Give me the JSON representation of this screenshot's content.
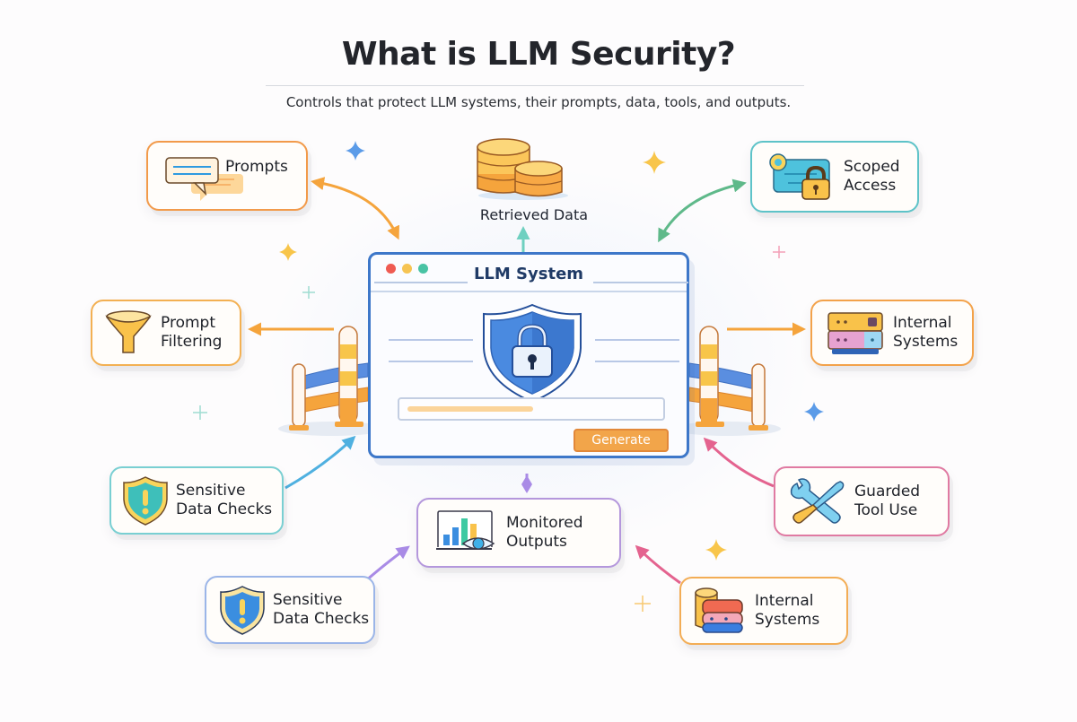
{
  "header": {
    "title": "What is LLM Security?",
    "subtitle": "Controls that protect LLM systems, their prompts, data, tools, and outputs."
  },
  "center": {
    "window_title": "LLM System",
    "button_label": "Generate",
    "icon": "shield-lock-icon",
    "window_controls": [
      "close-dot",
      "minimize-dot",
      "maximize-dot"
    ]
  },
  "retrieved_data": {
    "label": "Retrieved Data",
    "icon": "database-icon"
  },
  "cards": {
    "prompts": {
      "lines": [
        "Prompts"
      ],
      "icon": "chat-bubbles-icon",
      "color": "#f29a4a"
    },
    "scoped_access": {
      "lines": [
        "Scoped",
        "Access"
      ],
      "icon": "keycard-lock-icon",
      "color": "#5ec3c8"
    },
    "prompt_filtering": {
      "lines": [
        "Prompt",
        "Filtering"
      ],
      "icon": "funnel-icon",
      "color": "#f3b052"
    },
    "internal_systems_right": {
      "lines": [
        "Internal",
        "Systems"
      ],
      "icon": "server-stack-icon",
      "color": "#f3a24a"
    },
    "sensitive_left": {
      "lines": [
        "Sensitive",
        "Data Checks"
      ],
      "icon": "shield-alert-icon",
      "color": "#79cfd2"
    },
    "monitored_outputs": {
      "lines": [
        "Monitored",
        "Outputs"
      ],
      "icon": "chart-eye-icon",
      "color": "#b497dc"
    },
    "guarded_tool_use": {
      "lines": [
        "Guarded",
        "Tool Use"
      ],
      "icon": "wrench-screwdriver-icon",
      "color": "#e07aa2"
    },
    "sensitive_bottom": {
      "lines": [
        "Sensitive",
        "Data Checks"
      ],
      "icon": "shield-alert-icon",
      "color": "#9bb5e8"
    },
    "internal_systems_bottom": {
      "lines": [
        "Internal",
        "Systems"
      ],
      "icon": "database-stack-icon",
      "color": "#f3ad55"
    }
  },
  "colors": {
    "window_border": "#3d77c9",
    "button": "#f2a54a",
    "arrow_orange": "#f5a43c",
    "arrow_green": "#5fb98a",
    "arrow_teal": "#6fd0c0",
    "arrow_blue": "#4fb0e0",
    "arrow_purple": "#a98be6",
    "arrow_pink": "#e4638f"
  }
}
